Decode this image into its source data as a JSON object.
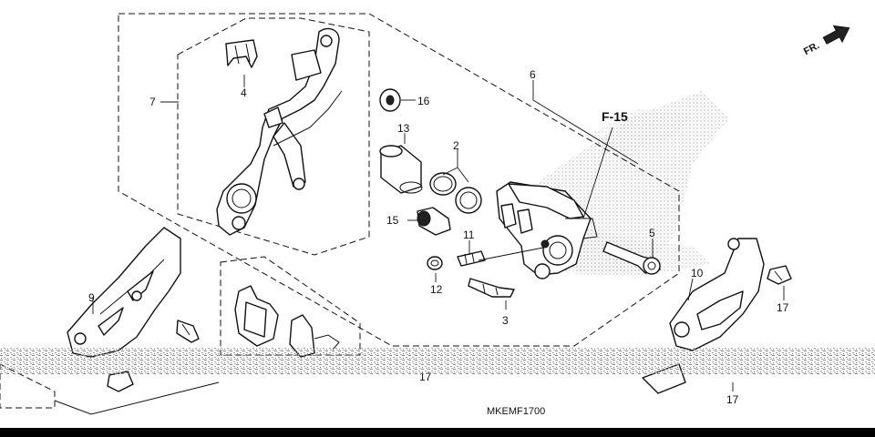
{
  "diagram": {
    "code": "MKEMF1700",
    "front_marker": "FR.",
    "section_ref": "F-15"
  },
  "callouts": [
    {
      "id": "2",
      "text": "2"
    },
    {
      "id": "3",
      "text": "3"
    },
    {
      "id": "4",
      "text": "4"
    },
    {
      "id": "5",
      "text": "5"
    },
    {
      "id": "6",
      "text": "6"
    },
    {
      "id": "7",
      "text": "7"
    },
    {
      "id": "9",
      "text": "9"
    },
    {
      "id": "10",
      "text": "10"
    },
    {
      "id": "11",
      "text": "11"
    },
    {
      "id": "12",
      "text": "12"
    },
    {
      "id": "13",
      "text": "13"
    },
    {
      "id": "15",
      "text": "15"
    },
    {
      "id": "16",
      "text": "16"
    },
    {
      "id": "17a",
      "text": "17"
    },
    {
      "id": "17b",
      "text": "17"
    },
    {
      "id": "17c",
      "text": "17"
    }
  ],
  "colors": {
    "ink": "#111111",
    "background": "#ffffff",
    "stipple": "#9a9a9a",
    "scan_noise": "#8a8a8a"
  }
}
